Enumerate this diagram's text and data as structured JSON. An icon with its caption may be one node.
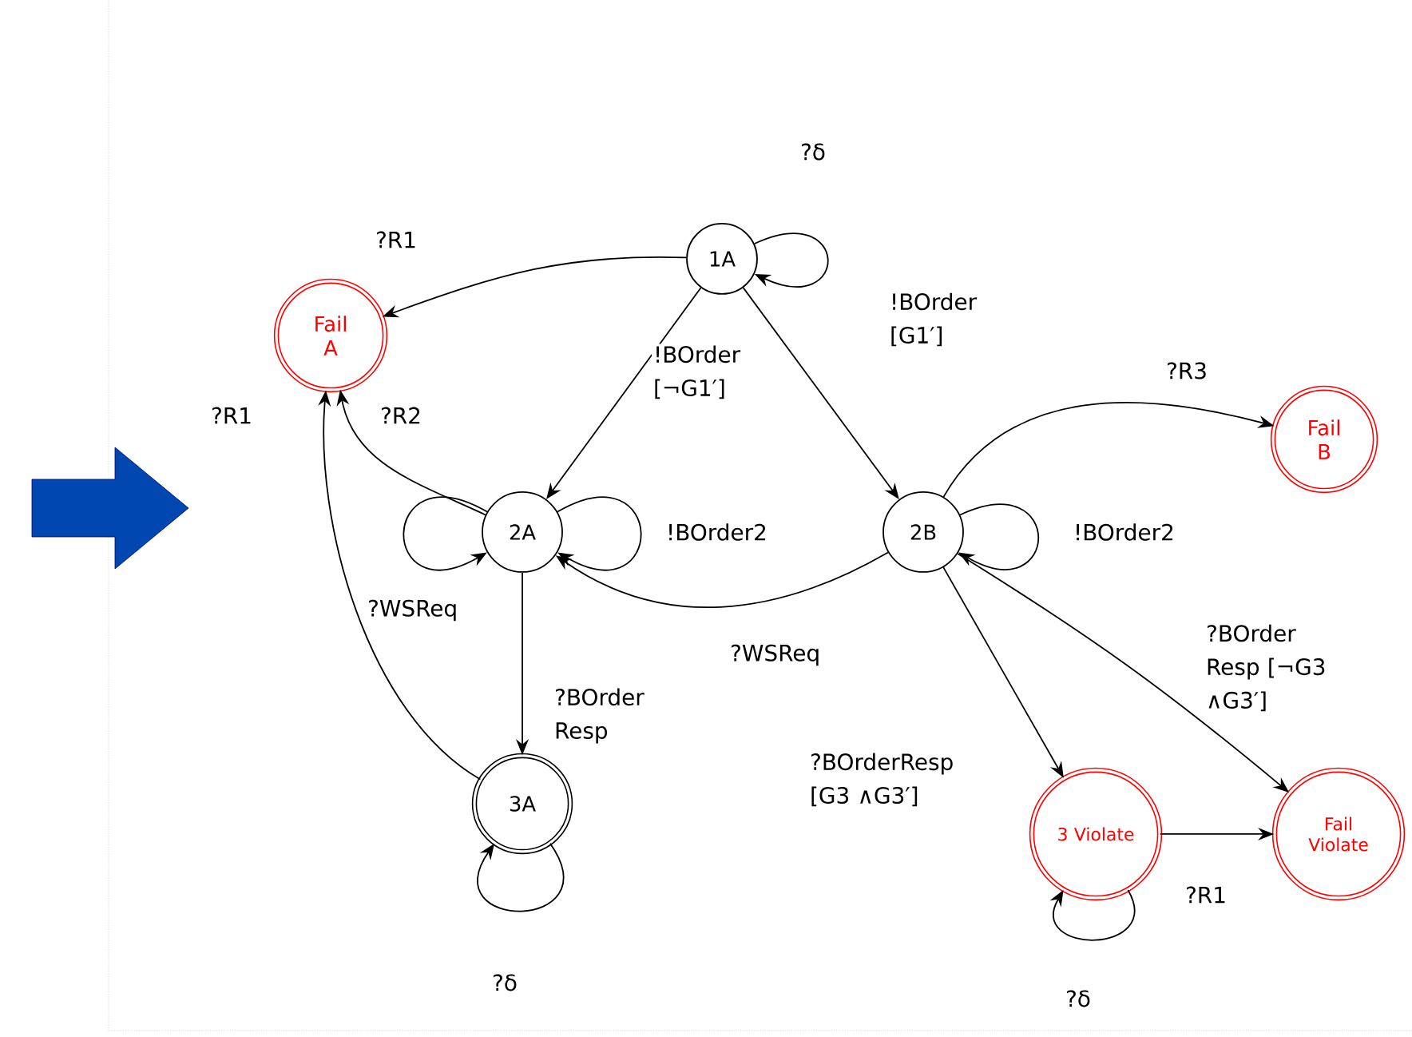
{
  "diagram": {
    "nodes": [
      {
        "text": [
          "1A"
        ]
      },
      {
        "text": [
          "Fail A"
        ]
      },
      {
        "text": [
          "2A"
        ]
      },
      {
        "text": [
          "2B"
        ]
      },
      {
        "text": [
          "Fail B"
        ]
      },
      {
        "text": [
          "3A"
        ]
      },
      {
        "text": [
          "3 Violate"
        ]
      },
      {
        "text": [
          "Fail Violate"
        ]
      }
    ],
    "edges": [
      {
        "from": 0,
        "to": 0,
        "arrow": "to",
        "label": "?δ"
      },
      {
        "from": 0,
        "to": 1,
        "arrow": "to",
        "label": "?R1"
      },
      {
        "from": 0,
        "to": 2,
        "arrow": "to",
        "label": "!BOrder [¬G1′]"
      },
      {
        "from": 0,
        "to": 3,
        "arrow": "to",
        "label": "!BOrder [G1′]"
      },
      {
        "from": 2,
        "to": 1,
        "arrow": "to",
        "label": "?R2"
      },
      {
        "from": 5,
        "to": 1,
        "arrow": "to",
        "label": "?R1"
      },
      {
        "from": 2,
        "to": 2,
        "arrow": "to",
        "label": "?WSReq"
      },
      {
        "from": 2,
        "to": 2,
        "arrow": "to",
        "label": "!BOrder2"
      },
      {
        "from": 3,
        "to": 2,
        "arrow": "to",
        "label": "?WSReq"
      },
      {
        "from": 2,
        "to": 5,
        "arrow": "to",
        "label": "?BOrder Resp"
      },
      {
        "from": 5,
        "to": 5,
        "arrow": "to",
        "label": "?δ"
      },
      {
        "from": 3,
        "to": 4,
        "arrow": "to",
        "label": "?R3"
      },
      {
        "from": 3,
        "to": 3,
        "arrow": "to",
        "label": "!BOrder2"
      },
      {
        "from": 3,
        "to": 6,
        "arrow": "to",
        "label": "?BOrderResp [G3 ∧G3′]"
      },
      {
        "from": 3,
        "to": 7,
        "arrow": "to",
        "label": "?BOrder Resp [¬G3 ∧G3′]"
      },
      {
        "from": 6,
        "to": 7,
        "arrow": "to",
        "label": "?R1"
      },
      {
        "from": 6,
        "to": 6,
        "arrow": "to",
        "label": "?δ"
      }
    ]
  }
}
